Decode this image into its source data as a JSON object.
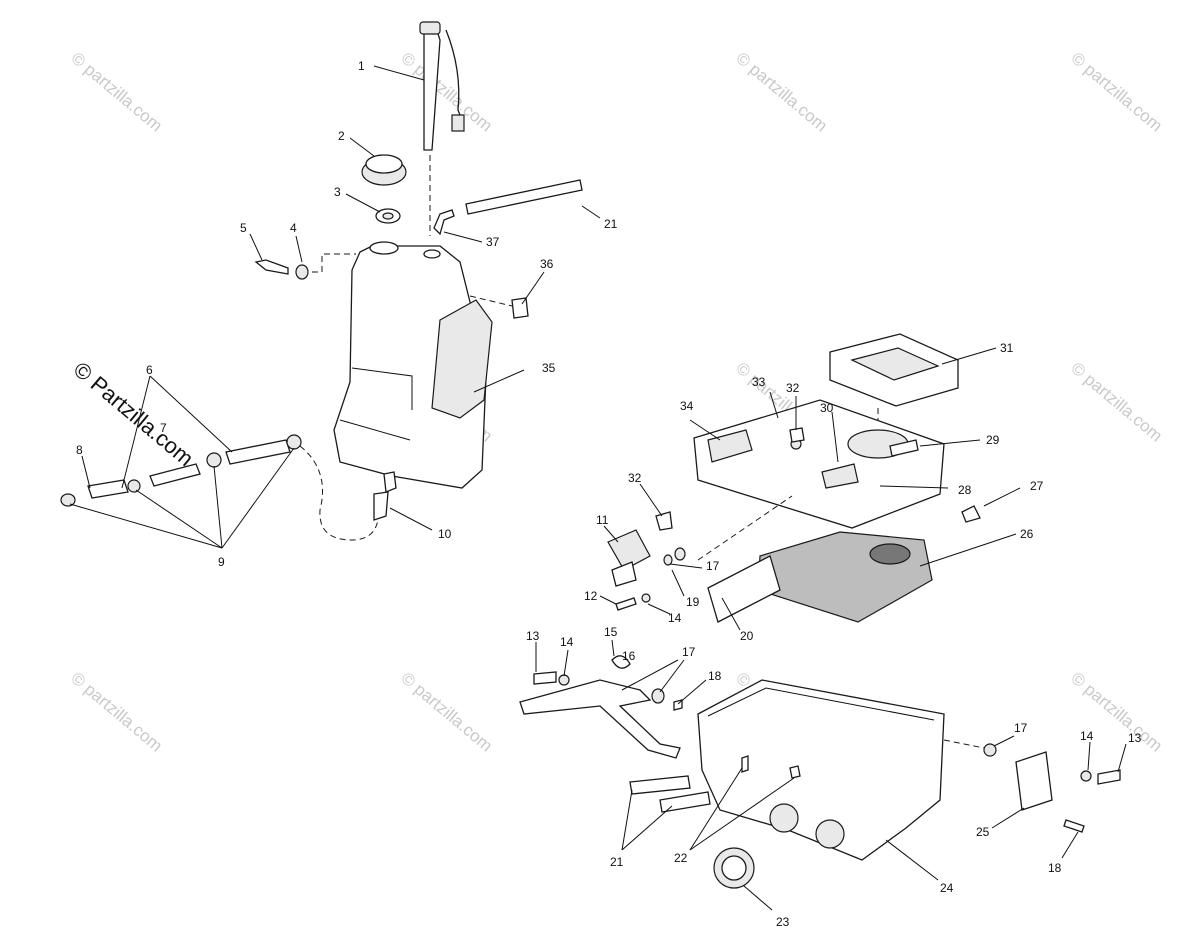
{
  "watermark": {
    "text": "© Partzilla.com",
    "repeat_text": "© partzilla.com",
    "color": "#c9c9c9"
  },
  "callouts": [
    "1",
    "2",
    "3",
    "4",
    "5",
    "6",
    "7",
    "8",
    "9",
    "10",
    "11",
    "12",
    "13",
    "14",
    "15",
    "16",
    "17",
    "18",
    "19",
    "20",
    "21",
    "22",
    "23",
    "24",
    "25",
    "26",
    "27",
    "28",
    "29",
    "30",
    "31",
    "32",
    "33",
    "34",
    "35",
    "36",
    "37"
  ],
  "labels": [
    {
      "id": "l1",
      "text": "1"
    },
    {
      "id": "l2",
      "text": "2"
    },
    {
      "id": "l3",
      "text": "3"
    },
    {
      "id": "l4",
      "text": "4"
    },
    {
      "id": "l5",
      "text": "5"
    },
    {
      "id": "l6",
      "text": "6"
    },
    {
      "id": "l7",
      "text": "7"
    },
    {
      "id": "l8",
      "text": "8"
    },
    {
      "id": "l9",
      "text": "9"
    },
    {
      "id": "l10",
      "text": "10"
    },
    {
      "id": "l11",
      "text": "11"
    },
    {
      "id": "l12",
      "text": "12"
    },
    {
      "id": "l13a",
      "text": "13"
    },
    {
      "id": "l13b",
      "text": "13"
    },
    {
      "id": "l14a",
      "text": "14"
    },
    {
      "id": "l14b",
      "text": "14"
    },
    {
      "id": "l14c",
      "text": "14"
    },
    {
      "id": "l15",
      "text": "15"
    },
    {
      "id": "l16",
      "text": "16"
    },
    {
      "id": "l17a",
      "text": "17"
    },
    {
      "id": "l17b",
      "text": "17"
    },
    {
      "id": "l17c",
      "text": "17"
    },
    {
      "id": "l18a",
      "text": "18"
    },
    {
      "id": "l18b",
      "text": "18"
    },
    {
      "id": "l19",
      "text": "19"
    },
    {
      "id": "l20",
      "text": "20"
    },
    {
      "id": "l21a",
      "text": "21"
    },
    {
      "id": "l21b",
      "text": "21"
    },
    {
      "id": "l22",
      "text": "22"
    },
    {
      "id": "l23",
      "text": "23"
    },
    {
      "id": "l24",
      "text": "24"
    },
    {
      "id": "l25",
      "text": "25"
    },
    {
      "id": "l26",
      "text": "26"
    },
    {
      "id": "l27",
      "text": "27"
    },
    {
      "id": "l28",
      "text": "28"
    },
    {
      "id": "l29",
      "text": "29"
    },
    {
      "id": "l30",
      "text": "30"
    },
    {
      "id": "l31",
      "text": "31"
    },
    {
      "id": "l32a",
      "text": "32"
    },
    {
      "id": "l32b",
      "text": "32"
    },
    {
      "id": "l33",
      "text": "33"
    },
    {
      "id": "l34",
      "text": "34"
    },
    {
      "id": "l35",
      "text": "35"
    },
    {
      "id": "l36",
      "text": "36"
    },
    {
      "id": "l37",
      "text": "37"
    }
  ]
}
